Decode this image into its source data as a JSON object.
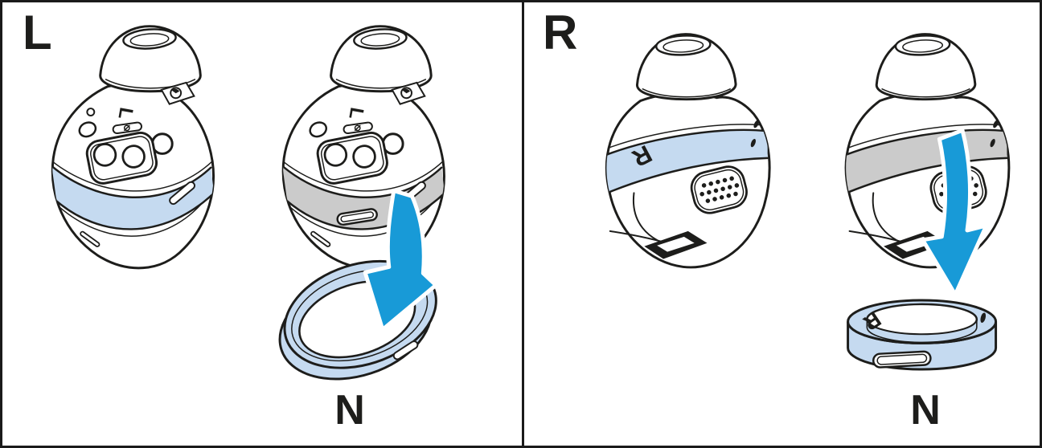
{
  "panels": {
    "left": {
      "label": "L",
      "earbud_marking": "L",
      "ring_label": "N"
    },
    "right": {
      "label": "R",
      "band_marking": "R",
      "ring_marking": "R",
      "ring_label": "N"
    }
  },
  "colors": {
    "outline": "#1d1d1b",
    "border": "#1a1a1a",
    "background": "#ffffff",
    "highlight_band": "#c5daf0",
    "removed_band_gray": "#cbcbcb",
    "arrow": "#189ad7"
  },
  "icons": {
    "left_arrow": "curved-removal-arrow",
    "right_arrow": "curved-removal-arrow"
  }
}
